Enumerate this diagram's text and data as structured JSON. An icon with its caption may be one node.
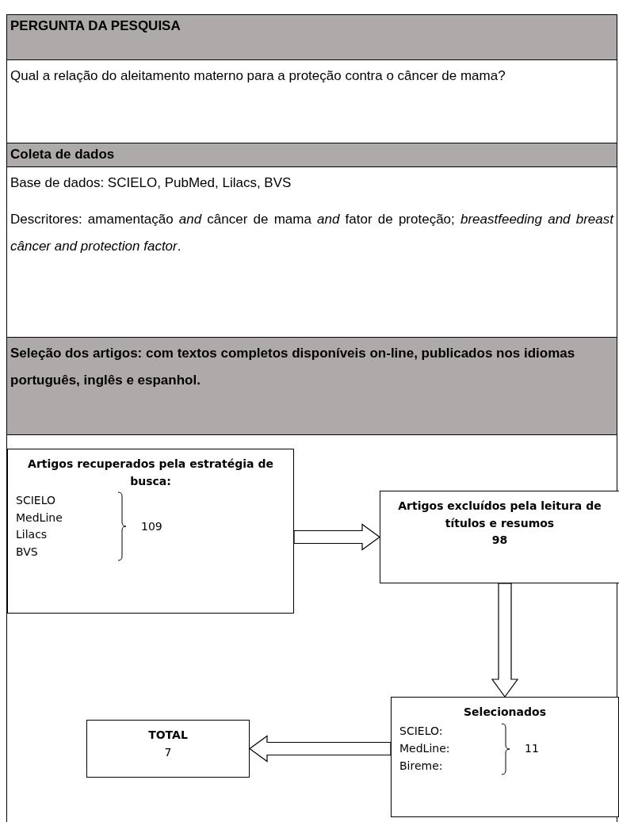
{
  "diagram": {
    "nodes": [
      {
        "text": [
          "Artigos recuperados pela estratégia de busca:",
          "SCIELO",
          "MedLine",
          "Lilacs",
          "BVS",
          "109"
        ]
      },
      {
        "text": [
          "Artigos excluídos pela leitura de títulos e resumos",
          "98"
        ]
      },
      {
        "text": [
          "Selecionados",
          "SCIELO:",
          "MedLine:",
          "Bireme:",
          "11"
        ]
      },
      {
        "text": [
          "TOTAL",
          "7"
        ]
      }
    ],
    "edges": [
      {
        "from": 0,
        "to": 1,
        "arrow": "to"
      },
      {
        "from": 1,
        "to": 2,
        "arrow": "to"
      },
      {
        "from": 2,
        "to": 3,
        "arrow": "to"
      }
    ],
    "labels": [
      "PERGUNTA DA PESQUISA",
      "Qual a relação do aleitamento materno para a proteção contra o câncer de mama?",
      "Coleta de dados",
      "Base de dados: SCIELO, PubMed, Lilacs, BVS",
      "Descritores: amamentação *and* câncer de mama *and* fator de proteção; *breastfeeding and breast câncer and protection factor*.",
      "Seleção dos artigos: com textos completos disponíveis on-line, publicados nos idiomas português, inglês e espanhol."
    ]
  }
}
